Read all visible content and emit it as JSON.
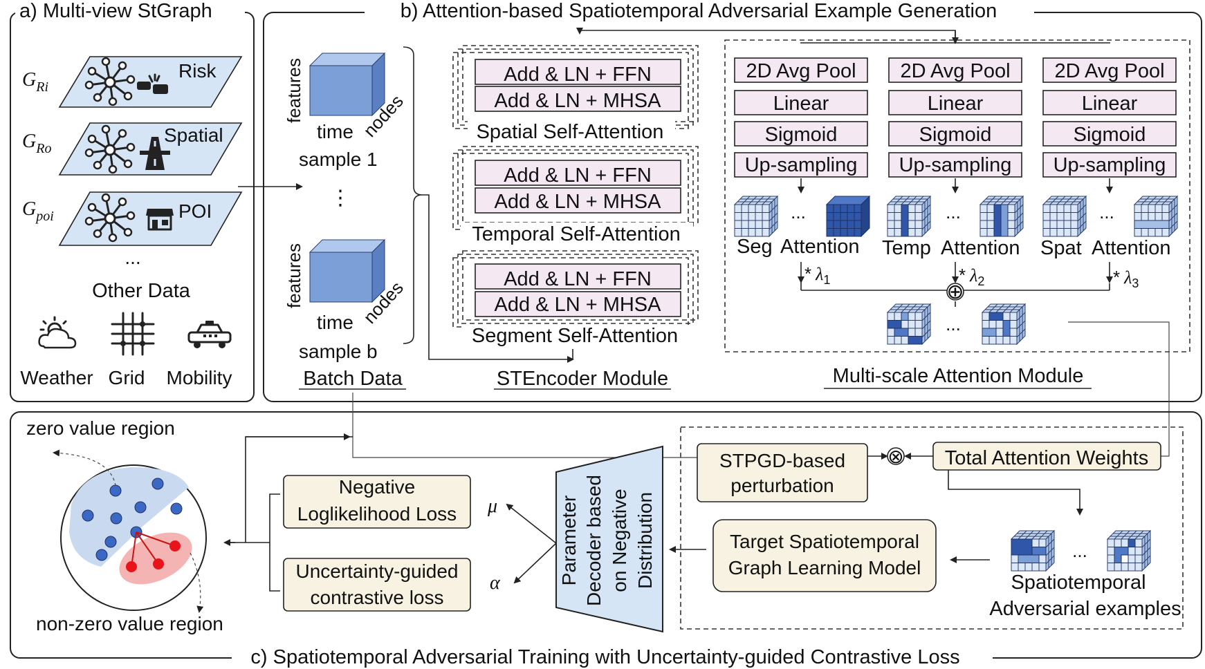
{
  "panels": {
    "a_title": "a) Multi-view StGraph",
    "b_title": "b) Attention-based Spatiotemporal Adversarial Example Generation",
    "c_title": "c) Spatiotemporal Adversarial Training with Uncertainty-guided Contrastive Loss"
  },
  "graphs": [
    {
      "label": "Risk",
      "icon": "car-crash-icon"
    },
    {
      "label": "Spatial",
      "icon": "road-icon"
    },
    {
      "label": "POI",
      "icon": "store-icon"
    }
  ],
  "graph_symbols": [
    {
      "base": "G",
      "sub": "Ri"
    },
    {
      "base": "G",
      "sub": "Ro"
    },
    {
      "base": "G",
      "sub": "poi"
    }
  ],
  "ellipsis": "...",
  "vdots": "⋮",
  "other_data": "Other Data",
  "other_data_items": [
    {
      "label": "Weather",
      "icon": "weather-icon"
    },
    {
      "label": "Grid",
      "icon": "grid-icon"
    },
    {
      "label": "Mobility",
      "icon": "taxi-icon"
    }
  ],
  "batch": {
    "axis_features": "features",
    "axis_time": "time",
    "axis_nodes": "nodes",
    "sample_first": "sample 1",
    "sample_last": "sample b",
    "label": "Batch Data"
  },
  "stencoder": {
    "ffn": "Add & LN + FFN",
    "mhsa": "Add & LN + MHSA",
    "blocks": [
      "Spatial Self-Attention",
      "Temporal Self-Attention",
      "Segment Self-Attention"
    ],
    "label": "STEncoder Module"
  },
  "multiscale": {
    "steps": [
      "2D Avg Pool",
      "Linear",
      "Sigmoid",
      "Up-sampling"
    ],
    "scales": [
      {
        "prefix": "Seg",
        "attn": "Attention",
        "lambda": "λ",
        "sub": "1"
      },
      {
        "prefix": "Temp",
        "attn": "Attention",
        "lambda": "λ",
        "sub": "2"
      },
      {
        "prefix": "Spat",
        "attn": "Attention",
        "lambda": "λ",
        "sub": "3"
      }
    ],
    "star": "*",
    "oplus": "⊕",
    "label": "Multi-scale Attention Module"
  },
  "training": {
    "zero_region": "zero value region",
    "nonzero_region": "non-zero value region",
    "nll_line1": "Negative",
    "nll_line2": "Loglikelihood Loss",
    "ucl_line1": "Uncertainty-guided",
    "ucl_line2": "contrastive loss",
    "mu": "μ",
    "alpha": "α",
    "decoder_lines": [
      "Parameter",
      "Decoder based",
      "on Negative",
      "Distribution"
    ],
    "stpgd_line1": "STPGD-based",
    "stpgd_line2": "perturbation",
    "otimes": "⊗",
    "total_attention": "Total Attention Weights",
    "target_line1": "Target Spatiotemporal",
    "target_line2": "Graph Learning Model",
    "adv_line1": "Spatiotemporal",
    "adv_line2": "Adversarial examples"
  },
  "colors": {
    "plane": "#d6e5f5",
    "cube_front": "#7c9fd8",
    "cube_top": "#b0c8ee",
    "cube_side": "#5a7fc2",
    "pink_box": "#f4e8f3",
    "beige_box": "#f7f2e1",
    "zero_region": "#c9d9f0",
    "nonzero_region": "#f5b4b4",
    "node_blue": "#3a68c4",
    "node_red": "#e8141a"
  }
}
